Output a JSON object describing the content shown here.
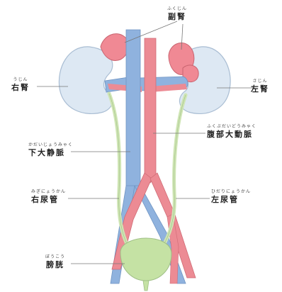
{
  "labels": {
    "adrenal": {
      "ruby": "ふくじん",
      "text": "副腎"
    },
    "right_kidney": {
      "ruby": "うじん",
      "text": "右腎"
    },
    "left_kidney": {
      "ruby": "さじん",
      "text": "左腎"
    },
    "aorta": {
      "ruby": "ふくぶだいどうみゃく",
      "text": "腹部大動脈"
    },
    "vena_cava": {
      "ruby": "かだいじょうみゃく",
      "text": "下大静脈"
    },
    "right_ureter": {
      "ruby": "みぎにょうかん",
      "text": "右尿管"
    },
    "left_ureter": {
      "ruby": "ひだりにょうかん",
      "text": "左尿管"
    },
    "bladder": {
      "ruby": "ぼうこう",
      "text": "膀胱"
    }
  },
  "colors": {
    "kidney": "#dde8f3",
    "kidney_stroke": "#a9bdd3",
    "vein": "#8fb2de",
    "artery": "#ec8b94",
    "adrenal": "#f08994",
    "ureter": "#cfe5b4",
    "bladder": "#c5e2a4",
    "leader": "#777777"
  }
}
